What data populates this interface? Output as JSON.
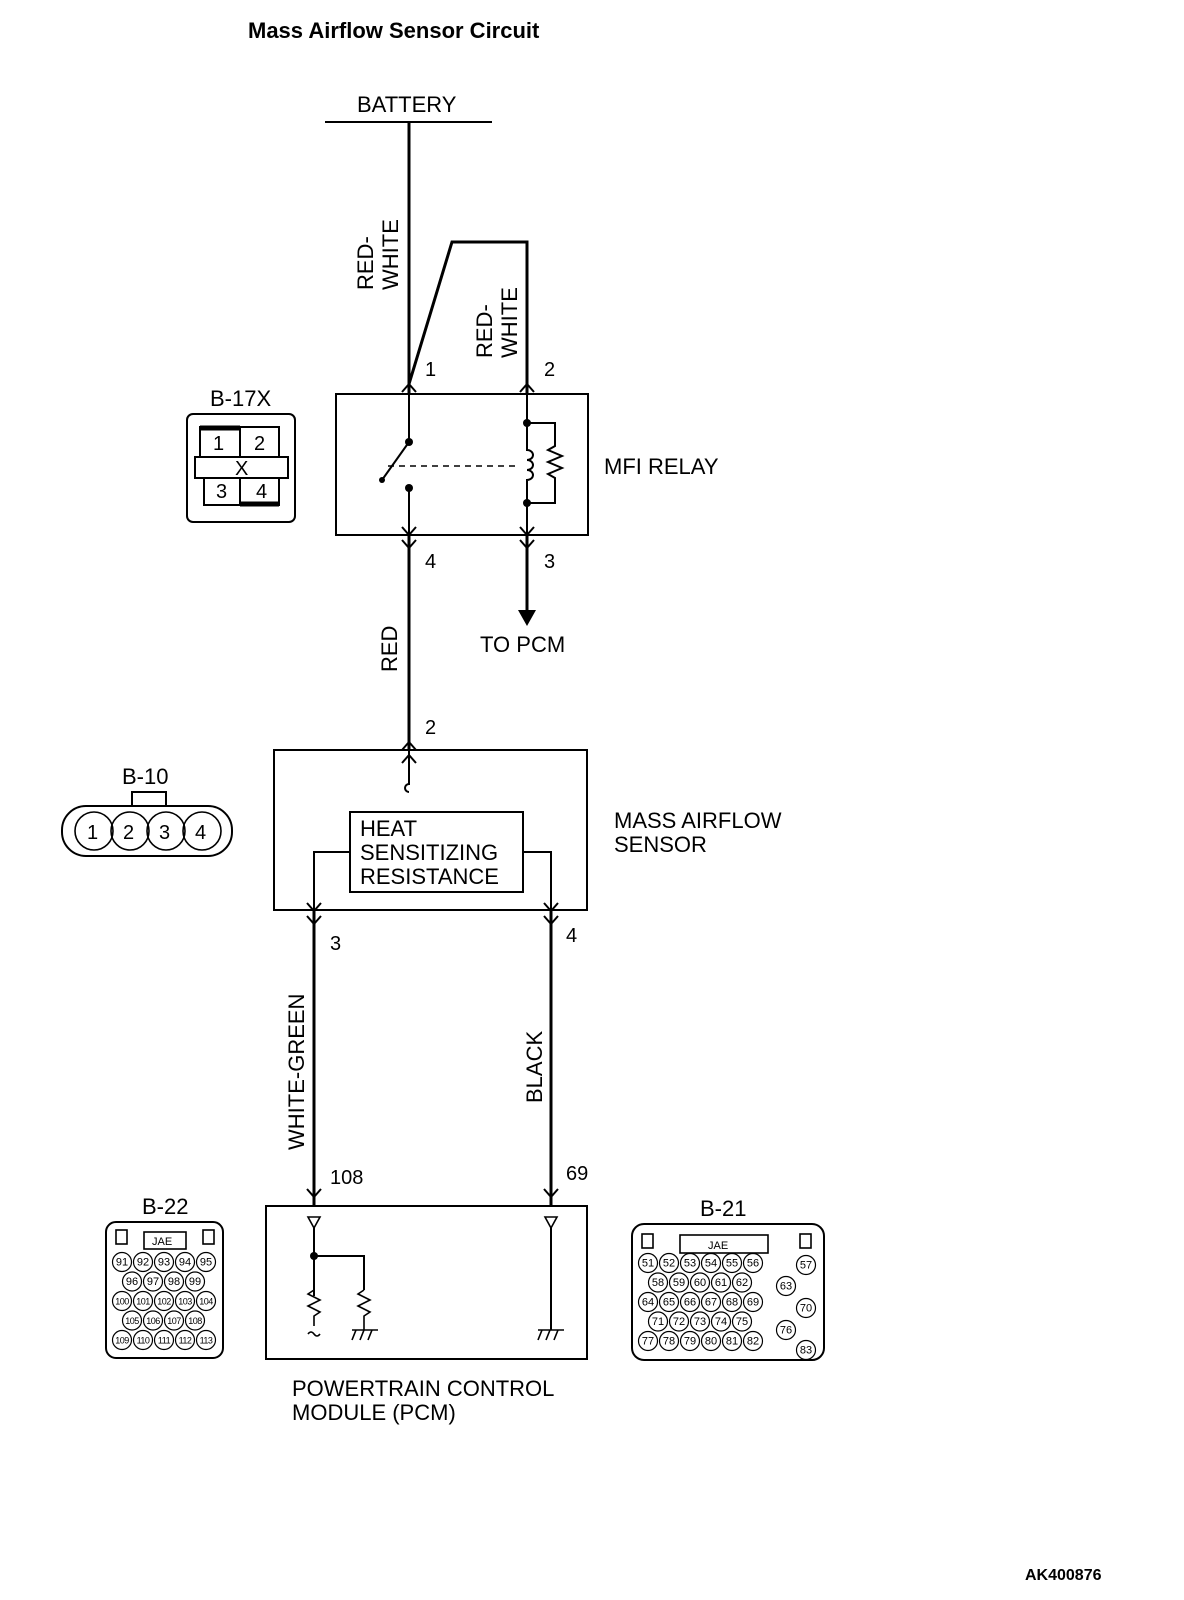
{
  "title": "Mass Airflow Sensor Circuit",
  "doc_code": "AK400876",
  "battery": {
    "label": "BATTERY"
  },
  "wires": {
    "red_white_1": "RED-\nWHITE",
    "red_white_2": "RED-\nWHITE",
    "red": "RED",
    "white_green": "WHITE-GREEN",
    "black": "BLACK"
  },
  "relay": {
    "label": "MFI RELAY",
    "connector": "B-17X",
    "pins": {
      "p1": "1",
      "p2": "2",
      "p3": "3",
      "p4": "4"
    },
    "connector_cells": [
      "1",
      "2",
      "X",
      "3",
      "4"
    ],
    "to_pcm": "TO PCM"
  },
  "maf": {
    "label_line1": "MASS AIRFLOW",
    "label_line2": "SENSOR",
    "connector": "B-10",
    "pins": {
      "p2": "2",
      "p3": "3",
      "p4": "4"
    },
    "connector_cells": [
      "1",
      "2",
      "3",
      "4"
    ],
    "element_line1": "HEAT",
    "element_line2": "SENSITIZING",
    "element_line3": "RESISTANCE"
  },
  "pcm": {
    "label_line1": "POWERTRAIN CONTROL",
    "label_line2": "MODULE (PCM)",
    "pins": {
      "p108": "108",
      "p69": "69"
    },
    "connector_b22": {
      "name": "B-22",
      "brand": "JAE",
      "rows": [
        [
          "91",
          "92",
          "93",
          "94",
          "95"
        ],
        [
          "96",
          "97",
          "98",
          "99"
        ],
        [
          "100",
          "101",
          "102",
          "103",
          "104"
        ],
        [
          "105",
          "106",
          "107",
          "108"
        ],
        [
          "109",
          "110",
          "111",
          "112",
          "113"
        ]
      ]
    },
    "connector_b21": {
      "name": "B-21",
      "brand": "JAE",
      "rows": [
        [
          "51",
          "52",
          "53",
          "54",
          "55",
          "56"
        ],
        [
          "58",
          "59",
          "60",
          "61",
          "62"
        ],
        [
          "64",
          "65",
          "66",
          "67",
          "68",
          "69"
        ],
        [
          "71",
          "72",
          "73",
          "74",
          "75"
        ],
        [
          "77",
          "78",
          "79",
          "80",
          "81",
          "82"
        ]
      ],
      "side_pins": [
        "57",
        "63",
        "70",
        "76",
        "83"
      ]
    }
  }
}
